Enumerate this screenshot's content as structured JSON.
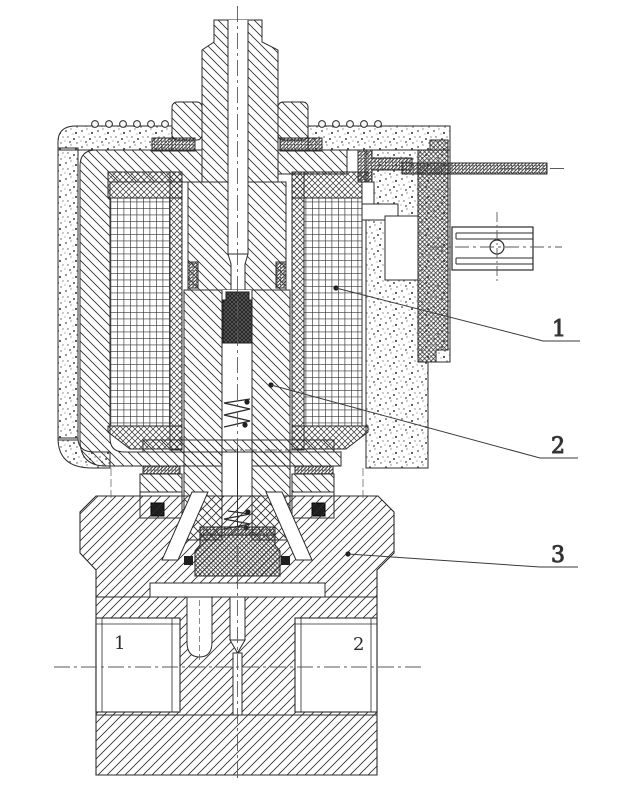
{
  "figure": {
    "title": "solenoid-valve-cross-section",
    "callouts": [
      {
        "label": "1",
        "part": "coil-winding"
      },
      {
        "label": "2",
        "part": "plunger-assembly"
      },
      {
        "label": "3",
        "part": "valve-body"
      }
    ],
    "ports": [
      {
        "label": "1"
      },
      {
        "label": "2"
      }
    ],
    "colors": {
      "line": "#2b2b2b",
      "centerline": "#5a5a5a",
      "seal_dark": "#1f1f1f",
      "background": "#ffffff"
    }
  }
}
